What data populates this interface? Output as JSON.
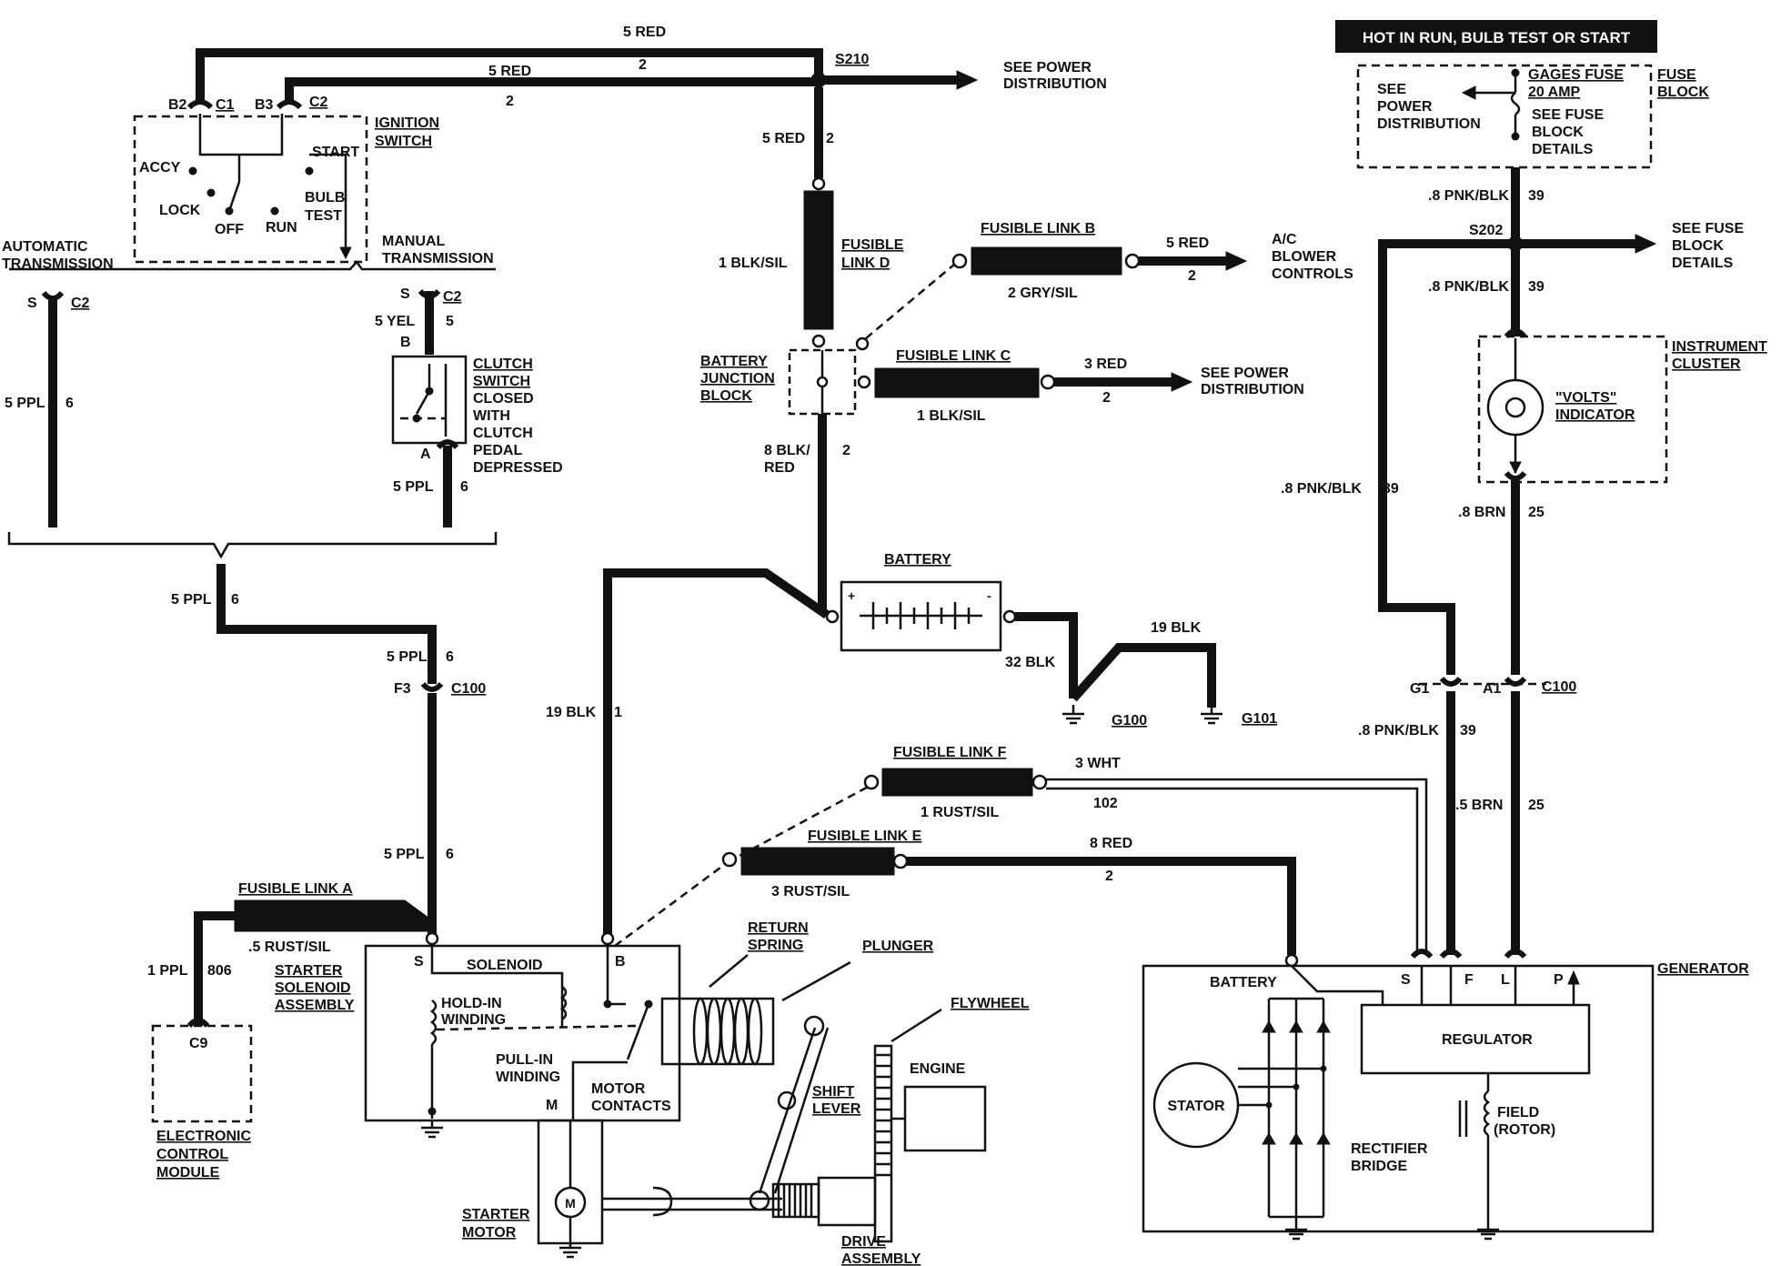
{
  "header": {
    "title": "HOT IN RUN, BULB TEST OR START"
  },
  "labels": {
    "w5red_top": "5 RED",
    "w5red_top_num": "2",
    "w5red_mid": "5 RED",
    "w5red_mid_num": "2",
    "s210": "S210",
    "see_power_dist_1": "SEE POWER",
    "see_power_dist_1b": "DISTRIBUTION",
    "w5red_vert": "5 RED",
    "w5red_vert_num": "2",
    "b2": "B2",
    "c1": "C1",
    "b3": "B3",
    "c2_ign": "C2",
    "ignition_switch_1": "IGNITION",
    "ignition_switch_2": "SWITCH",
    "accy": "ACCY",
    "start": "START",
    "lock": "LOCK",
    "off": "OFF",
    "run": "RUN",
    "bulb_test_1": "BULB",
    "bulb_test_2": "TEST",
    "auto_trans_1": "AUTOMATIC",
    "auto_trans_2": "TRANSMISSION",
    "man_trans_1": "MANUAL",
    "man_trans_2": "TRANSMISSION",
    "s_left": "S",
    "c2_left": "C2",
    "s_mid": "S",
    "c2_mid": "C2",
    "w5yel": "5 YEL",
    "w5yel_num": "5",
    "b_clutch": "B",
    "a_clutch": "A",
    "clutch_1": "CLUTCH",
    "clutch_2": "SWITCH",
    "clutch_3": "CLOSED",
    "clutch_4": "WITH",
    "clutch_5": "CLUTCH",
    "clutch_6": "PEDAL",
    "clutch_7": "DEPRESSED",
    "w5ppl_left": "5 PPL",
    "w5ppl_left_num": "6",
    "w5ppl_clutch": "5 PPL",
    "w5ppl_clutch_num": "6",
    "w5ppl_join": "5 PPL",
    "w5ppl_join_num": "6",
    "w5ppl_c100": "5 PPL",
    "w5ppl_c100_num": "6",
    "f3": "F3",
    "c100_left": "C100",
    "w5ppl_lower": "5 PPL",
    "w5ppl_lower_num": "6",
    "fusible_a": "FUSIBLE LINK A",
    "rust_sil_a": ".5 RUST/SIL",
    "w1ppl": "1 PPL",
    "w1ppl_num": "806",
    "c9": "C9",
    "ecm_1": "ELECTRONIC",
    "ecm_2": "CONTROL",
    "ecm_3": "MODULE",
    "blk_sil_d": "1 BLK/SIL",
    "fusible_d_1": "FUSIBLE",
    "fusible_d_2": "LINK D",
    "fusible_b": "FUSIBLE LINK B",
    "gry_sil_b": "2 GRY/SIL",
    "w5red_b": "5 RED",
    "w5red_b_num": "2",
    "ac_1": "A/C",
    "ac_2": "BLOWER",
    "ac_3": "CONTROLS",
    "bjb_1": "BATTERY",
    "bjb_2": "JUNCTION",
    "bjb_3": "BLOCK",
    "fusible_c": "FUSIBLE LINK C",
    "blk_sil_c": "1 BLK/SIL",
    "w3red_c": "3 RED",
    "w3red_c_num": "2",
    "see_power_dist_2": "SEE POWER",
    "see_power_dist_2b": "DISTRIBUTION",
    "w8blk_1": "8 BLK/",
    "w8blk_2": "RED",
    "w8blk_num": "2",
    "battery": "BATTERY",
    "w19blk_left": "19 BLK",
    "w19blk_left_num": "1",
    "w32blk": "32 BLK",
    "w19blk_right": "19 BLK",
    "g100": "G100",
    "g101": "G101",
    "fusible_f": "FUSIBLE LINK F",
    "rust_sil_f": "1 RUST/SIL",
    "w3wht": "3 WHT",
    "w3wht_num": "102",
    "fusible_e": "FUSIBLE LINK E",
    "rust_sil_e": "3 RUST/SIL",
    "w8red": "8 RED",
    "w8red_num": "2",
    "starter_sol_1": "STARTER",
    "starter_sol_2": "SOLENOID",
    "starter_sol_3": "ASSEMBLY",
    "sol_s": "S",
    "solenoid": "SOLENOID",
    "sol_b": "B",
    "hold_in_1": "HOLD-IN",
    "hold_in_2": "WINDING",
    "pull_in_1": "PULL-IN",
    "pull_in_2": "WINDING",
    "sol_m": "M",
    "motor_contacts_1": "MOTOR",
    "motor_contacts_2": "CONTACTS",
    "return_spring_1": "RETURN",
    "return_spring_2": "SPRING",
    "plunger": "PLUNGER",
    "flywheel": "FLYWHEEL",
    "engine": "ENGINE",
    "shift_lever_1": "SHIFT",
    "shift_lever_2": "LEVER",
    "starter_motor_1": "STARTER",
    "starter_motor_2": "MOTOR",
    "motor_m": "M",
    "drive_1": "DRIVE",
    "drive_2": "ASSEMBLY",
    "gages_fuse_1": "GAGES FUSE",
    "gages_fuse_2": "20 AMP",
    "fuse_block_1": "FUSE",
    "fuse_block_2": "BLOCK",
    "see_pd_fb_1": "SEE",
    "see_pd_fb_2": "POWER",
    "see_pd_fb_3": "DISTRIBUTION",
    "see_fb_det_1": "SEE FUSE",
    "see_fb_det_2": "BLOCK",
    "see_fb_det_3": "DETAILS",
    "pnk_top": ".8 PNK/BLK",
    "pnk_top_num": "39",
    "s202": "S202",
    "see_fuse_r_1": "SEE FUSE",
    "see_fuse_r_2": "BLOCK",
    "see_fuse_r_3": "DETAILS",
    "pnk_mid": ".8 PNK/BLK",
    "pnk_mid_num": "39",
    "instr_1": "INSTRUMENT",
    "instr_2": "CLUSTER",
    "volts_1": "\"VOLTS\"",
    "volts_2": "INDICATOR",
    "pnk_left": ".8 PNK/BLK",
    "pnk_left_num": "39",
    "brn_top": ".8 BRN",
    "brn_top_num": "25",
    "g1": "G1",
    "a1": "A1",
    "c100_right": "C100",
    "pnk_low": ".8 PNK/BLK",
    "pnk_low_num": "39",
    "brn_low": ".5 BRN",
    "brn_low_num": "25",
    "generator": "GENERATOR",
    "gen_battery": "BATTERY",
    "gen_s": "S",
    "gen_f": "F",
    "gen_l": "L",
    "gen_p": "P",
    "regulator": "REGULATOR",
    "stator": "STATOR",
    "rectifier_1": "RECTIFIER",
    "rectifier_2": "BRIDGE",
    "field_1": "FIELD",
    "field_2": "(ROTOR)"
  }
}
